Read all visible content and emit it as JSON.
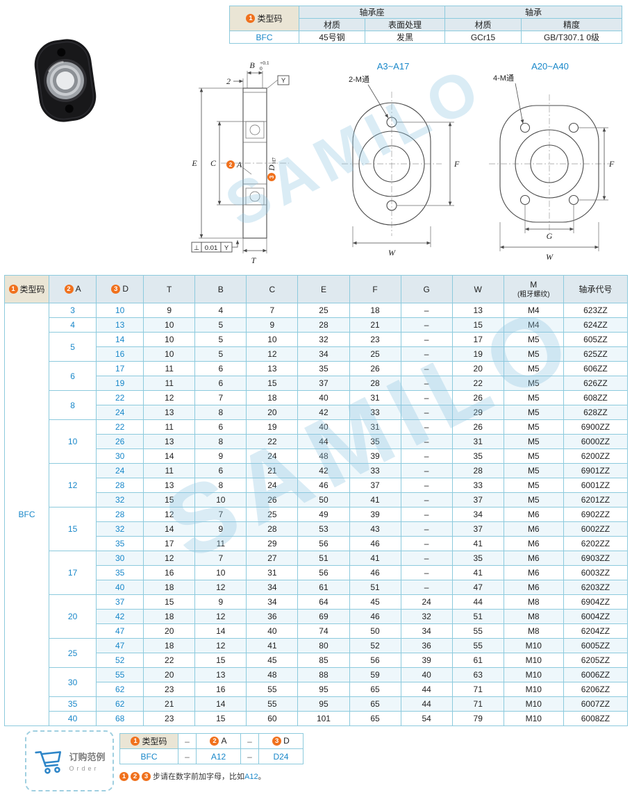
{
  "info": {
    "badge": "1",
    "label": "类型码",
    "bearing_seat": "轴承座",
    "bearing": "轴承",
    "sub": [
      "材质",
      "表面处理",
      "材质",
      "精度"
    ],
    "row": [
      "BFC",
      "45号钢",
      "发黑",
      "GCr15",
      "GB/T307.1 0级"
    ]
  },
  "drawing": {
    "watermark": "SAMILO",
    "section": {
      "dim2": "2",
      "b": "B",
      "tol_up": "+0.1",
      "tol_dn": "0",
      "datum": "Y",
      "e": "E",
      "c": "C",
      "a_badge": "2",
      "a": "A",
      "d_badge": "3",
      "d": "D",
      "d_fit": "H7",
      "t": "T",
      "perp": "⊥",
      "tol": "0.01",
      "tol_datum": "Y"
    },
    "front2": {
      "title": "A3~A17",
      "hole": "2-M通",
      "f": "F",
      "w": "W"
    },
    "front4": {
      "title": "A20~A40",
      "hole": "4-M通",
      "f": "F",
      "g": "G",
      "w": "W"
    }
  },
  "table": {
    "headers": {
      "type_badge": "1",
      "type": "类型码",
      "a_badge": "2",
      "a": "A",
      "d_badge": "3",
      "d": "D",
      "t": "T",
      "b": "B",
      "c": "C",
      "e": "E",
      "f": "F",
      "g": "G",
      "w": "W",
      "m1": "M",
      "m2": "(粗牙螺纹)",
      "code": "轴承代号"
    },
    "type_code": "BFC",
    "groups": [
      {
        "A": "3",
        "rows": [
          {
            "D": "10",
            "T": "9",
            "B": "4",
            "C": "7",
            "E": "25",
            "F": "18",
            "G": "–",
            "W": "13",
            "M": "M4",
            "code": "623ZZ"
          }
        ]
      },
      {
        "A": "4",
        "rows": [
          {
            "D": "13",
            "T": "10",
            "B": "5",
            "C": "9",
            "E": "28",
            "F": "21",
            "G": "–",
            "W": "15",
            "M": "M4",
            "code": "624ZZ"
          }
        ]
      },
      {
        "A": "5",
        "rows": [
          {
            "D": "14",
            "T": "10",
            "B": "5",
            "C": "10",
            "E": "32",
            "F": "23",
            "G": "–",
            "W": "17",
            "M": "M5",
            "code": "605ZZ"
          },
          {
            "D": "16",
            "T": "10",
            "B": "5",
            "C": "12",
            "E": "34",
            "F": "25",
            "G": "–",
            "W": "19",
            "M": "M5",
            "code": "625ZZ"
          }
        ]
      },
      {
        "A": "6",
        "rows": [
          {
            "D": "17",
            "T": "11",
            "B": "6",
            "C": "13",
            "E": "35",
            "F": "26",
            "G": "–",
            "W": "20",
            "M": "M5",
            "code": "606ZZ"
          },
          {
            "D": "19",
            "T": "11",
            "B": "6",
            "C": "15",
            "E": "37",
            "F": "28",
            "G": "–",
            "W": "22",
            "M": "M5",
            "code": "626ZZ"
          }
        ]
      },
      {
        "A": "8",
        "rows": [
          {
            "D": "22",
            "T": "12",
            "B": "7",
            "C": "18",
            "E": "40",
            "F": "31",
            "G": "–",
            "W": "26",
            "M": "M5",
            "code": "608ZZ"
          },
          {
            "D": "24",
            "T": "13",
            "B": "8",
            "C": "20",
            "E": "42",
            "F": "33",
            "G": "–",
            "W": "29",
            "M": "M5",
            "code": "628ZZ"
          }
        ]
      },
      {
        "A": "10",
        "rows": [
          {
            "D": "22",
            "T": "11",
            "B": "6",
            "C": "19",
            "E": "40",
            "F": "31",
            "G": "–",
            "W": "26",
            "M": "M5",
            "code": "6900ZZ"
          },
          {
            "D": "26",
            "T": "13",
            "B": "8",
            "C": "22",
            "E": "44",
            "F": "35",
            "G": "–",
            "W": "31",
            "M": "M5",
            "code": "6000ZZ"
          },
          {
            "D": "30",
            "T": "14",
            "B": "9",
            "C": "24",
            "E": "48",
            "F": "39",
            "G": "–",
            "W": "35",
            "M": "M5",
            "code": "6200ZZ"
          }
        ]
      },
      {
        "A": "12",
        "rows": [
          {
            "D": "24",
            "T": "11",
            "B": "6",
            "C": "21",
            "E": "42",
            "F": "33",
            "G": "–",
            "W": "28",
            "M": "M5",
            "code": "6901ZZ"
          },
          {
            "D": "28",
            "T": "13",
            "B": "8",
            "C": "24",
            "E": "46",
            "F": "37",
            "G": "–",
            "W": "33",
            "M": "M5",
            "code": "6001ZZ"
          },
          {
            "D": "32",
            "T": "15",
            "B": "10",
            "C": "26",
            "E": "50",
            "F": "41",
            "G": "–",
            "W": "37",
            "M": "M5",
            "code": "6201ZZ"
          }
        ]
      },
      {
        "A": "15",
        "rows": [
          {
            "D": "28",
            "T": "12",
            "B": "7",
            "C": "25",
            "E": "49",
            "F": "39",
            "G": "–",
            "W": "34",
            "M": "M6",
            "code": "6902ZZ"
          },
          {
            "D": "32",
            "T": "14",
            "B": "9",
            "C": "28",
            "E": "53",
            "F": "43",
            "G": "–",
            "W": "37",
            "M": "M6",
            "code": "6002ZZ"
          },
          {
            "D": "35",
            "T": "17",
            "B": "11",
            "C": "29",
            "E": "56",
            "F": "46",
            "G": "–",
            "W": "41",
            "M": "M6",
            "code": "6202ZZ"
          }
        ]
      },
      {
        "A": "17",
        "rows": [
          {
            "D": "30",
            "T": "12",
            "B": "7",
            "C": "27",
            "E": "51",
            "F": "41",
            "G": "–",
            "W": "35",
            "M": "M6",
            "code": "6903ZZ"
          },
          {
            "D": "35",
            "T": "16",
            "B": "10",
            "C": "31",
            "E": "56",
            "F": "46",
            "G": "–",
            "W": "41",
            "M": "M6",
            "code": "6003ZZ"
          },
          {
            "D": "40",
            "T": "18",
            "B": "12",
            "C": "34",
            "E": "61",
            "F": "51",
            "G": "–",
            "W": "47",
            "M": "M6",
            "code": "6203ZZ"
          }
        ]
      },
      {
        "A": "20",
        "rows": [
          {
            "D": "37",
            "T": "15",
            "B": "9",
            "C": "34",
            "E": "64",
            "F": "45",
            "G": "24",
            "W": "44",
            "M": "M8",
            "code": "6904ZZ"
          },
          {
            "D": "42",
            "T": "18",
            "B": "12",
            "C": "36",
            "E": "69",
            "F": "46",
            "G": "32",
            "W": "51",
            "M": "M8",
            "code": "6004ZZ"
          },
          {
            "D": "47",
            "T": "20",
            "B": "14",
            "C": "40",
            "E": "74",
            "F": "50",
            "G": "34",
            "W": "55",
            "M": "M8",
            "code": "6204ZZ"
          }
        ]
      },
      {
        "A": "25",
        "rows": [
          {
            "D": "47",
            "T": "18",
            "B": "12",
            "C": "41",
            "E": "80",
            "F": "52",
            "G": "36",
            "W": "55",
            "M": "M10",
            "code": "6005ZZ"
          },
          {
            "D": "52",
            "T": "22",
            "B": "15",
            "C": "45",
            "E": "85",
            "F": "56",
            "G": "39",
            "W": "61",
            "M": "M10",
            "code": "6205ZZ"
          }
        ]
      },
      {
        "A": "30",
        "rows": [
          {
            "D": "55",
            "T": "20",
            "B": "13",
            "C": "48",
            "E": "88",
            "F": "59",
            "G": "40",
            "W": "63",
            "M": "M10",
            "code": "6006ZZ"
          },
          {
            "D": "62",
            "T": "23",
            "B": "16",
            "C": "55",
            "E": "95",
            "F": "65",
            "G": "44",
            "W": "71",
            "M": "M10",
            "code": "6206ZZ"
          }
        ]
      },
      {
        "A": "35",
        "rows": [
          {
            "D": "62",
            "T": "21",
            "B": "14",
            "C": "55",
            "E": "95",
            "F": "65",
            "G": "44",
            "W": "71",
            "M": "M10",
            "code": "6007ZZ"
          }
        ]
      },
      {
        "A": "40",
        "rows": [
          {
            "D": "68",
            "T": "23",
            "B": "15",
            "C": "60",
            "E": "101",
            "F": "65",
            "G": "54",
            "W": "79",
            "M": "M10",
            "code": "6008ZZ"
          }
        ]
      }
    ]
  },
  "order": {
    "title": "订购范例",
    "subtitle": "Order",
    "header": {
      "type_badge": "1",
      "type": "类型码",
      "dash": "–",
      "a_badge": "2",
      "a": "A",
      "d_badge": "3",
      "d": "D"
    },
    "row": {
      "type": "BFC",
      "dash": "–",
      "a": "A12",
      "d": "D24"
    },
    "note": {
      "badges": [
        "1",
        "2",
        "3"
      ],
      "text": "步请在数字前加字母，比如",
      "link": "A12",
      "end": "。"
    }
  }
}
